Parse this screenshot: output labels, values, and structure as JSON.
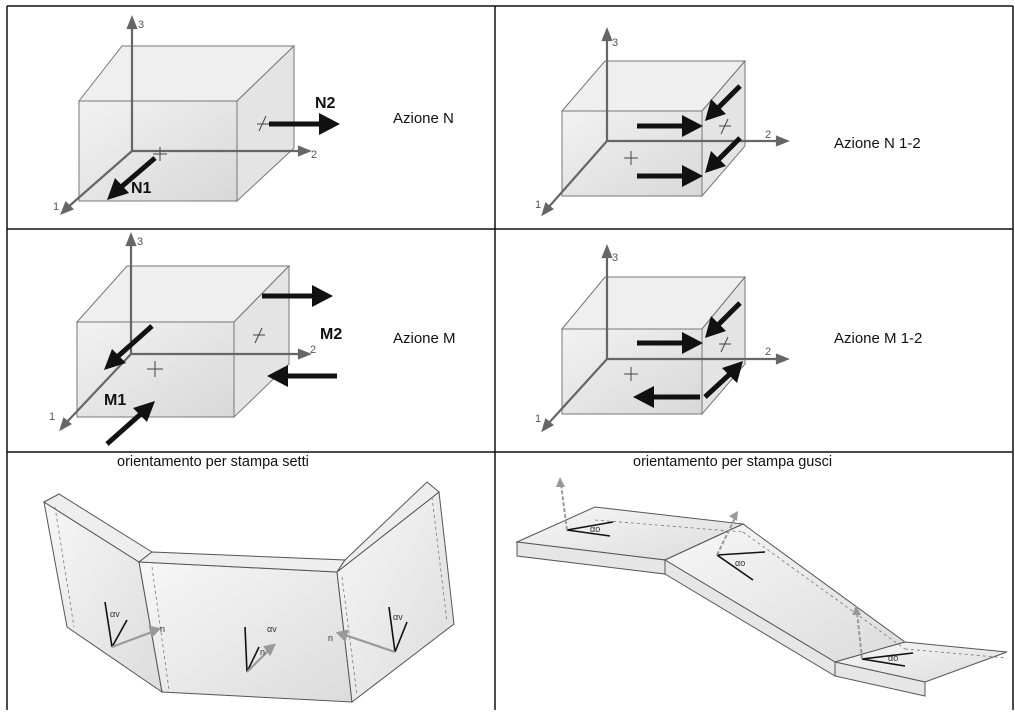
{
  "panels": [
    {
      "caption": "Azione N",
      "axes": [
        "1",
        "2",
        "3"
      ],
      "forces": [
        "N1",
        "N2"
      ]
    },
    {
      "caption": "Azione N 1-2",
      "axes": [
        "1",
        "2",
        "3"
      ]
    },
    {
      "caption": "Azione M",
      "axes": [
        "1",
        "2",
        "3"
      ],
      "forces": [
        "M1",
        "M2"
      ]
    },
    {
      "caption": "Azione M 1-2",
      "axes": [
        "1",
        "2",
        "3"
      ]
    }
  ],
  "bottom": {
    "left": {
      "title": "orientamento per stampa setti",
      "labels": [
        "n",
        "n",
        "n",
        "αv",
        "αv",
        "αv"
      ]
    },
    "right": {
      "title": "orientamento per stampa gusci",
      "labels": [
        "αo",
        "αo",
        "αo"
      ]
    }
  }
}
